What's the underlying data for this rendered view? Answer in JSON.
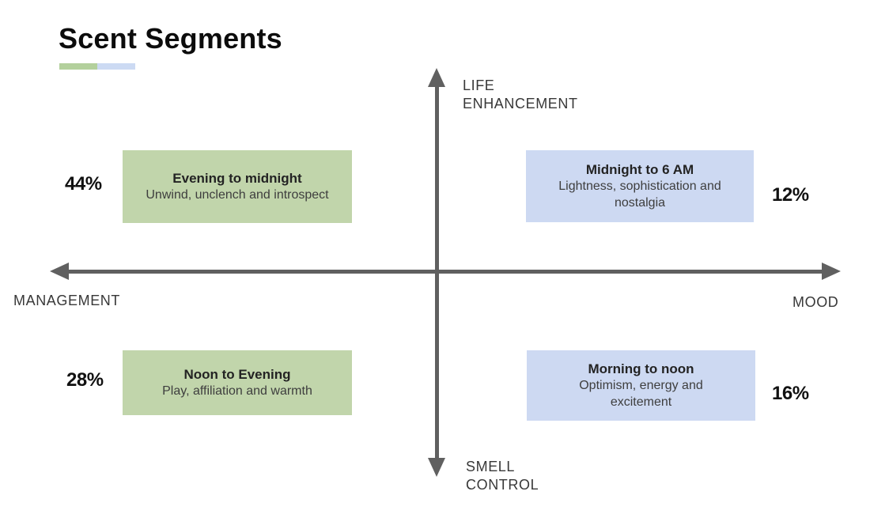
{
  "title": "Scent Segments",
  "colors": {
    "underline_green": "#b3d09c",
    "underline_blue": "#ccdaf3",
    "green_box": "#c1d5ab",
    "blue_box": "#cdd9f2",
    "axis": "#606060",
    "heading_text": "#232323",
    "body_text": "#3e3e3e"
  },
  "axes": {
    "top": {
      "line1": "LIFE",
      "line2": "ENHANCEMENT"
    },
    "bottom": {
      "line1": "SMELL",
      "line2": "CONTROL"
    },
    "left": {
      "label": "MANAGEMENT"
    },
    "right": {
      "label": "MOOD"
    }
  },
  "quadrants": [
    {
      "position": "top-left",
      "percent": "44%",
      "heading": "Evening to midnight",
      "description": "Unwind, unclench and introspect",
      "color": "green"
    },
    {
      "position": "top-right",
      "percent": "12%",
      "heading": "Midnight to 6 AM",
      "description": "Lightness, sophistication and nostalgia",
      "color": "blue"
    },
    {
      "position": "bottom-left",
      "percent": "28%",
      "heading": "Noon to Evening",
      "description": "Play, affiliation and warmth",
      "color": "green"
    },
    {
      "position": "bottom-right",
      "percent": "16%",
      "heading": "Morning to noon",
      "description": "Optimism, energy and excitement",
      "color": "blue"
    }
  ]
}
